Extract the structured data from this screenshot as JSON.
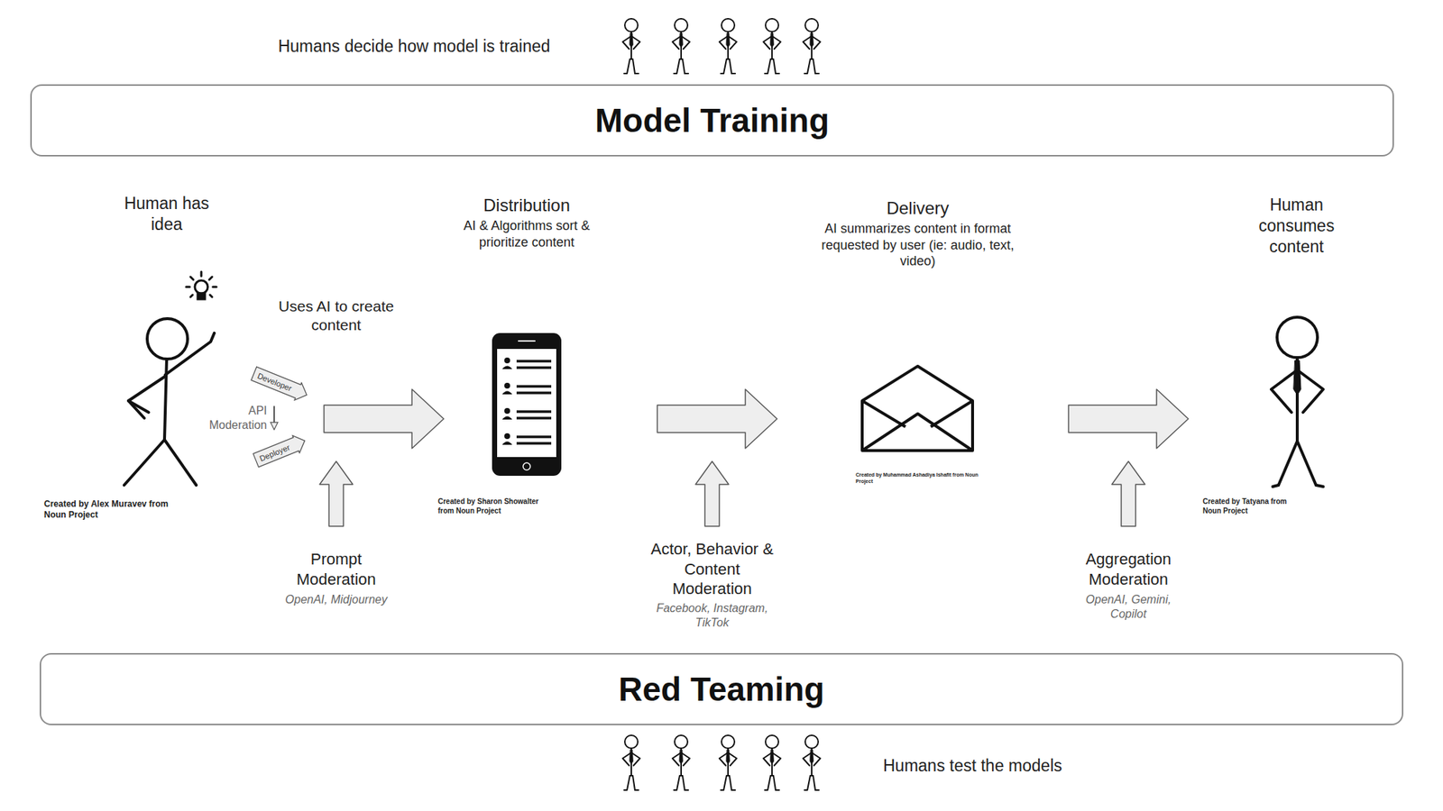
{
  "diagram": {
    "nodes": [
      {
        "text": [
          "Model Training"
        ]
      },
      {
        "text": [
          "Developer"
        ]
      },
      {
        "text": [
          "Deployer"
        ]
      },
      {
        "text": [
          "Red Teaming"
        ]
      }
    ],
    "edges": [
      {
        "from": 1,
        "to": 2,
        "arrow": "to",
        "label": "API Moderation"
      }
    ],
    "labels": [
      "Humans decide how model is trained",
      "Human has idea",
      "Created by Alex Muravev from Noun Project",
      "Uses AI to create content",
      "Prompt Moderation",
      "OpenAI, Midjourney",
      "Distribution",
      "AI & Algorithms sort & prioritize content",
      "Created by Sharon Showalter from Noun Project",
      "Delivery",
      "AI summarizes content in format requested by user (ie: audio, text, video)",
      "Created by Muhammad Ashadiya Ishafit from Noun Project",
      "Actor, Behavior & Content Moderation",
      "Facebook, Instagram, TikTok",
      "Human consumes content",
      "Created by Tatyana from Noun Project",
      "Aggregation Moderation",
      "OpenAI, Gemini, Copilot",
      "Humans test the models"
    ]
  }
}
